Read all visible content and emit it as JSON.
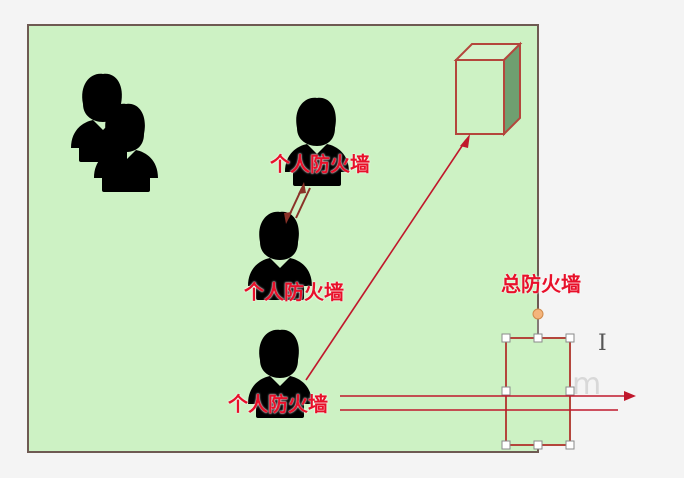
{
  "labels": {
    "pc1": "个人防火墙",
    "pc2": "个人防火墙",
    "pc3": "个人防火墙",
    "main": "总防火墙"
  },
  "icons": {
    "server": "server-icon",
    "user": "user-icon"
  },
  "colors": {
    "zone_fill": "#cdf2c4",
    "outline": "#b4463c",
    "label": "#e8102a",
    "handle": "#8a8a8a",
    "arrow": "#c0182c"
  }
}
